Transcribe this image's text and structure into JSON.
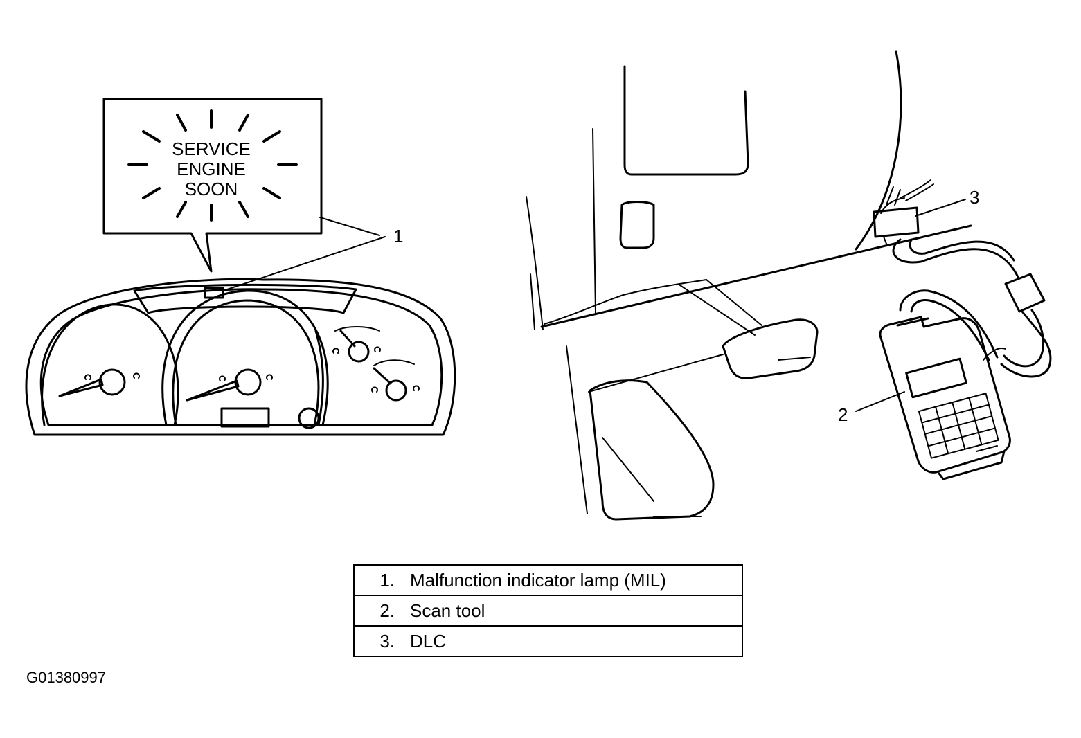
{
  "callout": {
    "lines": [
      "SERVICE",
      "ENGINE",
      "SOON"
    ]
  },
  "callout_numbers": {
    "mil": "1",
    "scan_tool": "2",
    "dlc": "3"
  },
  "legend": {
    "rows": [
      {
        "number": "1.",
        "text": "Malfunction indicator lamp (MIL)"
      },
      {
        "number": "2.",
        "text": "Scan tool"
      },
      {
        "number": "3.",
        "text": "DLC"
      }
    ]
  },
  "figure_id": "G01380997",
  "colors": {
    "ink": "#000000",
    "paper": "#ffffff"
  }
}
